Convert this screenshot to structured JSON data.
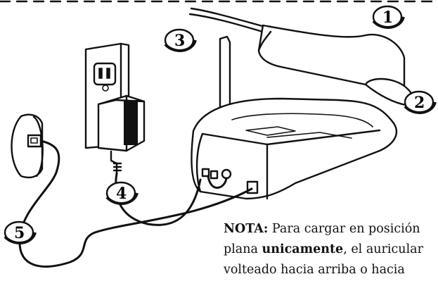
{
  "callouts": [
    {
      "id": 1,
      "label": "1"
    },
    {
      "id": 2,
      "label": "2"
    },
    {
      "id": 3,
      "label": "3"
    },
    {
      "id": 4,
      "label": "4"
    },
    {
      "id": 5,
      "label": "5"
    }
  ],
  "note": {
    "prefix": "NOTA:",
    "line1": " Para cargar en posición",
    "line2_a": "plana ",
    "line2_b": "unicamente",
    "line2_c": ", el auricular",
    "line3": "volteado hacia arriba o hacia"
  }
}
